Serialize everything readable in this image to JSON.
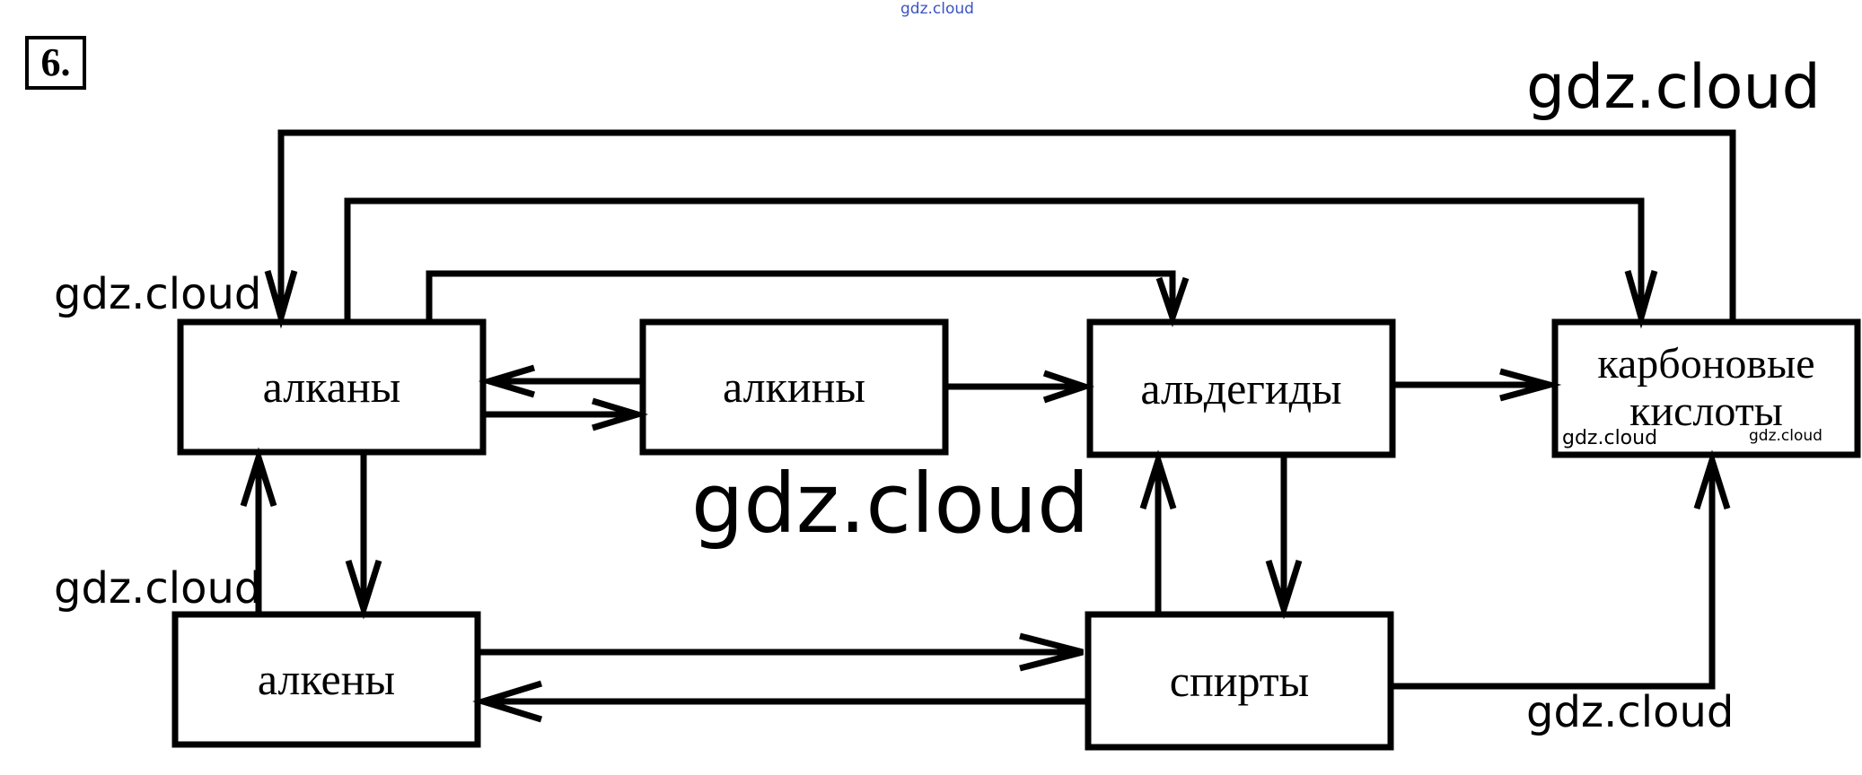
{
  "task_number": "6.",
  "nodes": {
    "alkanes": "алканы",
    "alkynes": "алкины",
    "aldehydes": "альдегиды",
    "carboxylic_acids_line1": "карбоновые",
    "carboxylic_acids_line2": "кислоты",
    "alkenes": "алкены",
    "alcohols": "спирты"
  },
  "watermarks": {
    "top_small": "gdz.cloud",
    "top_right": "gdz.cloud",
    "left_upper": "gdz.cloud",
    "left_lower": "gdz.cloud",
    "center_large": "gdz.cloud",
    "bottom_right": "gdz.cloud",
    "acids_left": "gdz.cloud",
    "acids_right": "gdz.cloud"
  },
  "colors": {
    "ink": "#000000",
    "watermark_blue": "#3a53c4"
  }
}
